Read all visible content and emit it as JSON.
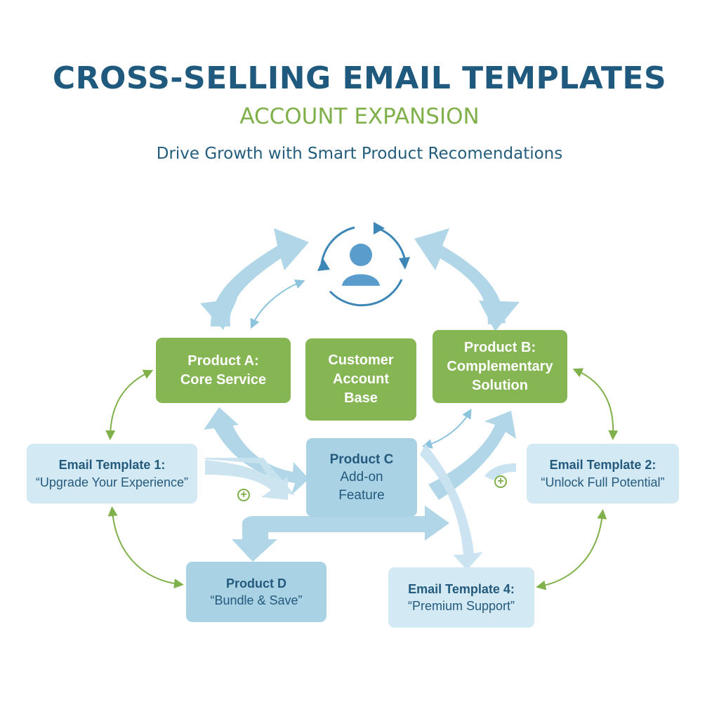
{
  "header": {
    "title": "CROSS-SELLING EMAIL TEMPLATES",
    "subtitle": "ACCOUNT EXPANSION",
    "tagline": "Drive Growth with Smart Product Recomendations"
  },
  "nodes": {
    "product_a": [
      "Product A:",
      "Core Service"
    ],
    "customer_base": [
      "Customer",
      "Account",
      "Base"
    ],
    "product_b": [
      "Product B:",
      "Complementary",
      "Solution"
    ],
    "product_c": [
      "Product C",
      "Add-on",
      "Feature"
    ],
    "product_d": [
      "Product D",
      "“Bundle & Save”"
    ],
    "email_1": [
      "Email Template 1:",
      "“Upgrade Your Experience”"
    ],
    "email_2": [
      "Email Template 2:",
      "“Unlock Full Potential”"
    ],
    "email_4": [
      "Email Template 4:",
      "“Premium Support”"
    ]
  },
  "icons": {
    "center": "customer-cycle-icon",
    "badge": "plus-circle-icon"
  },
  "colors": {
    "title": "#1f5a7e",
    "accent_green": "#86b554",
    "arrow_blue": "#a9d2e5",
    "box_blue": "#a9d2e5",
    "box_light": "#d3e9f4",
    "connector_green": "#7fb04a"
  }
}
